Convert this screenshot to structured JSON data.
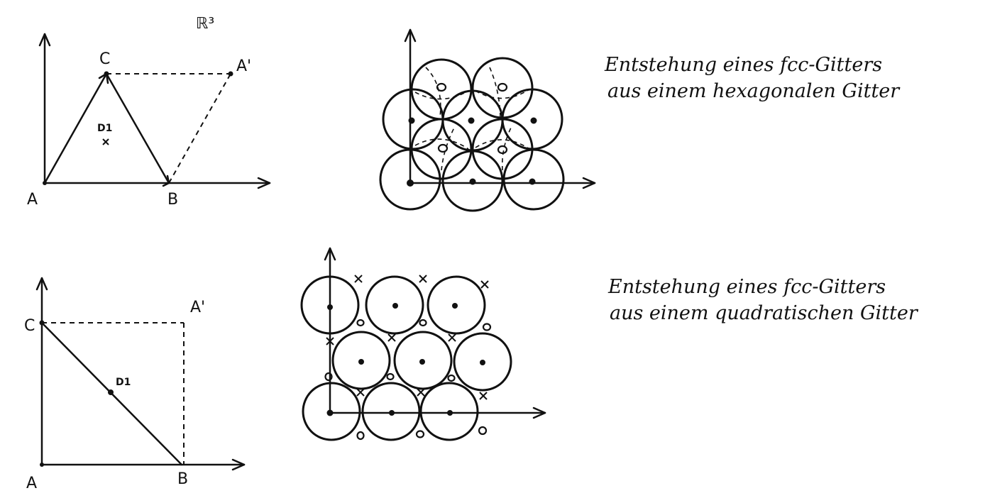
{
  "top_left": {
    "space_label": "ℝ³",
    "A": "A",
    "B": "B",
    "C": "C",
    "A_prime": "A'",
    "D1": "D1"
  },
  "bottom_left": {
    "A": "A",
    "B": "B",
    "C": "C",
    "A_prime": "A'",
    "D1": "D1"
  },
  "captions": {
    "hex_line1": "Entstehung eines fcc-Gitters",
    "hex_line2": "aus einem hexagonalen Gitter",
    "sq_line1": "Entstehung eines fcc-Gitters",
    "sq_line2": "aus einem quadratischen Gitter"
  }
}
